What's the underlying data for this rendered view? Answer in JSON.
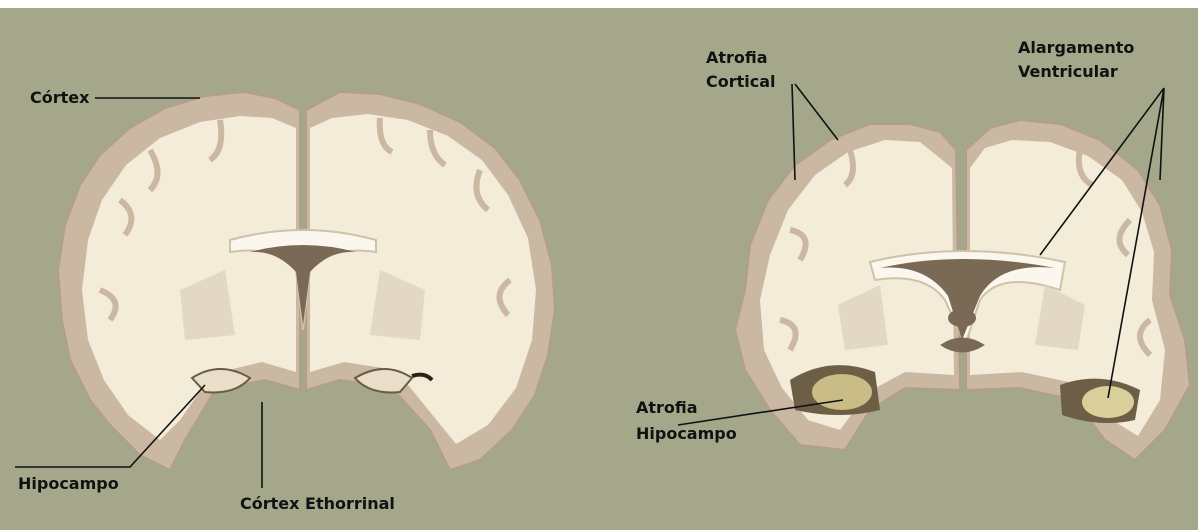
{
  "labels": {
    "cortex": "Córtex",
    "hipocampo": "Hipocampo",
    "cortex_ethorrinal": "Córtex Ethorrinal",
    "atrofia_cortical_line1": "Atrofia",
    "atrofia_cortical_line2": "Cortical",
    "alargamento_line1": "Alargamento",
    "alargamento_line2": "Ventricular",
    "atrofia_hipocampo_line1": "Atrofia",
    "atrofia_hipocampo_line2": "Hipocampo"
  },
  "colors": {
    "background": "#a5a78a",
    "cortex": "#cbb8a3",
    "white_matter": "#f3ecd9",
    "ventricle": "#7a6a55",
    "basal_ganglia": "#e2d8c4"
  }
}
